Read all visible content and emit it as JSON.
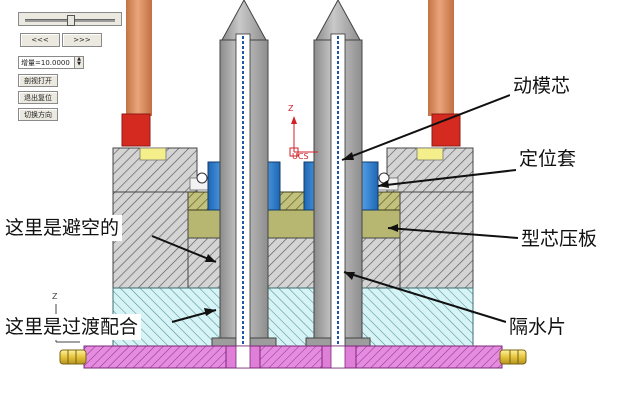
{
  "controls": {
    "prev_label": "<<<",
    "next_label": ">>>",
    "increment_value": "增量=10.0000",
    "button_open": "剖视打开",
    "button_reset": "退出复位",
    "button_switch": "切换方向"
  },
  "axes": {
    "z_label": "Z",
    "ucs_label": "UCS",
    "corner_label": "Z"
  },
  "callouts": {
    "moving_core": "动模芯",
    "locating_sleeve": "定位套",
    "core_plate": "型芯压板",
    "clearance": "这里是避空的",
    "transition_fit": "这里是过渡配合",
    "baffle": "隔水片"
  },
  "colors": {
    "copper": "#d98c5a",
    "red_block": "#d42a20",
    "yellow_cap": "#f4ef8a",
    "steel": "#a9a9a9",
    "blue_sleeve": "#2f7fd0",
    "olive_plate": "#b7b772",
    "cyan_plate": "#c9eef0",
    "magenta_plate": "#e07fd8",
    "bolt_head": "#ecd14f"
  }
}
